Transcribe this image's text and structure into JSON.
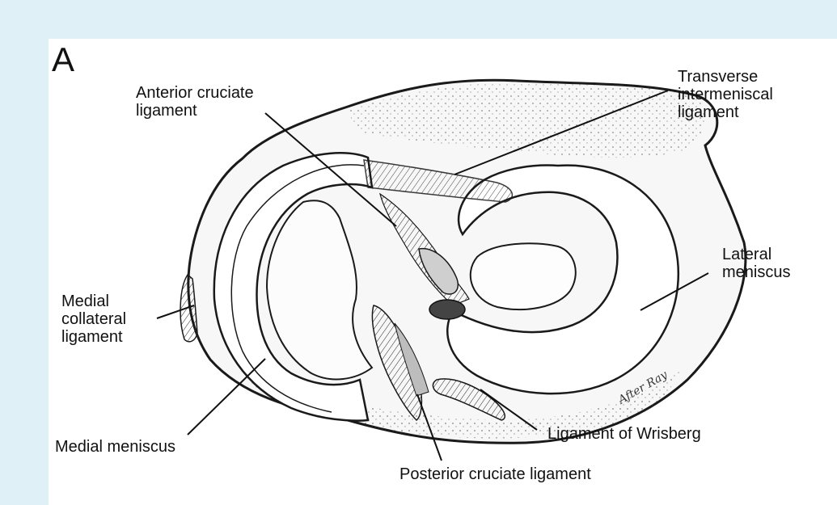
{
  "figure": {
    "panel_letter": "A",
    "artist_signature": "After Ray",
    "colors": {
      "background": "#dff1f7",
      "panel": "#ffffff",
      "ink": "#111111"
    }
  },
  "labels": {
    "anterior_cruciate": "Anterior cruciate\nligament",
    "transverse_intermeniscal": "Transverse\nintermeniscal\nligament",
    "lateral_meniscus": "Lateral\nmeniscus",
    "medial_collateral": "Medial\ncollateral\nligament",
    "medial_meniscus": "Medial meniscus",
    "ligament_of_wrisberg": "Ligament of Wrisberg",
    "posterior_cruciate": "Posterior cruciate ligament"
  }
}
